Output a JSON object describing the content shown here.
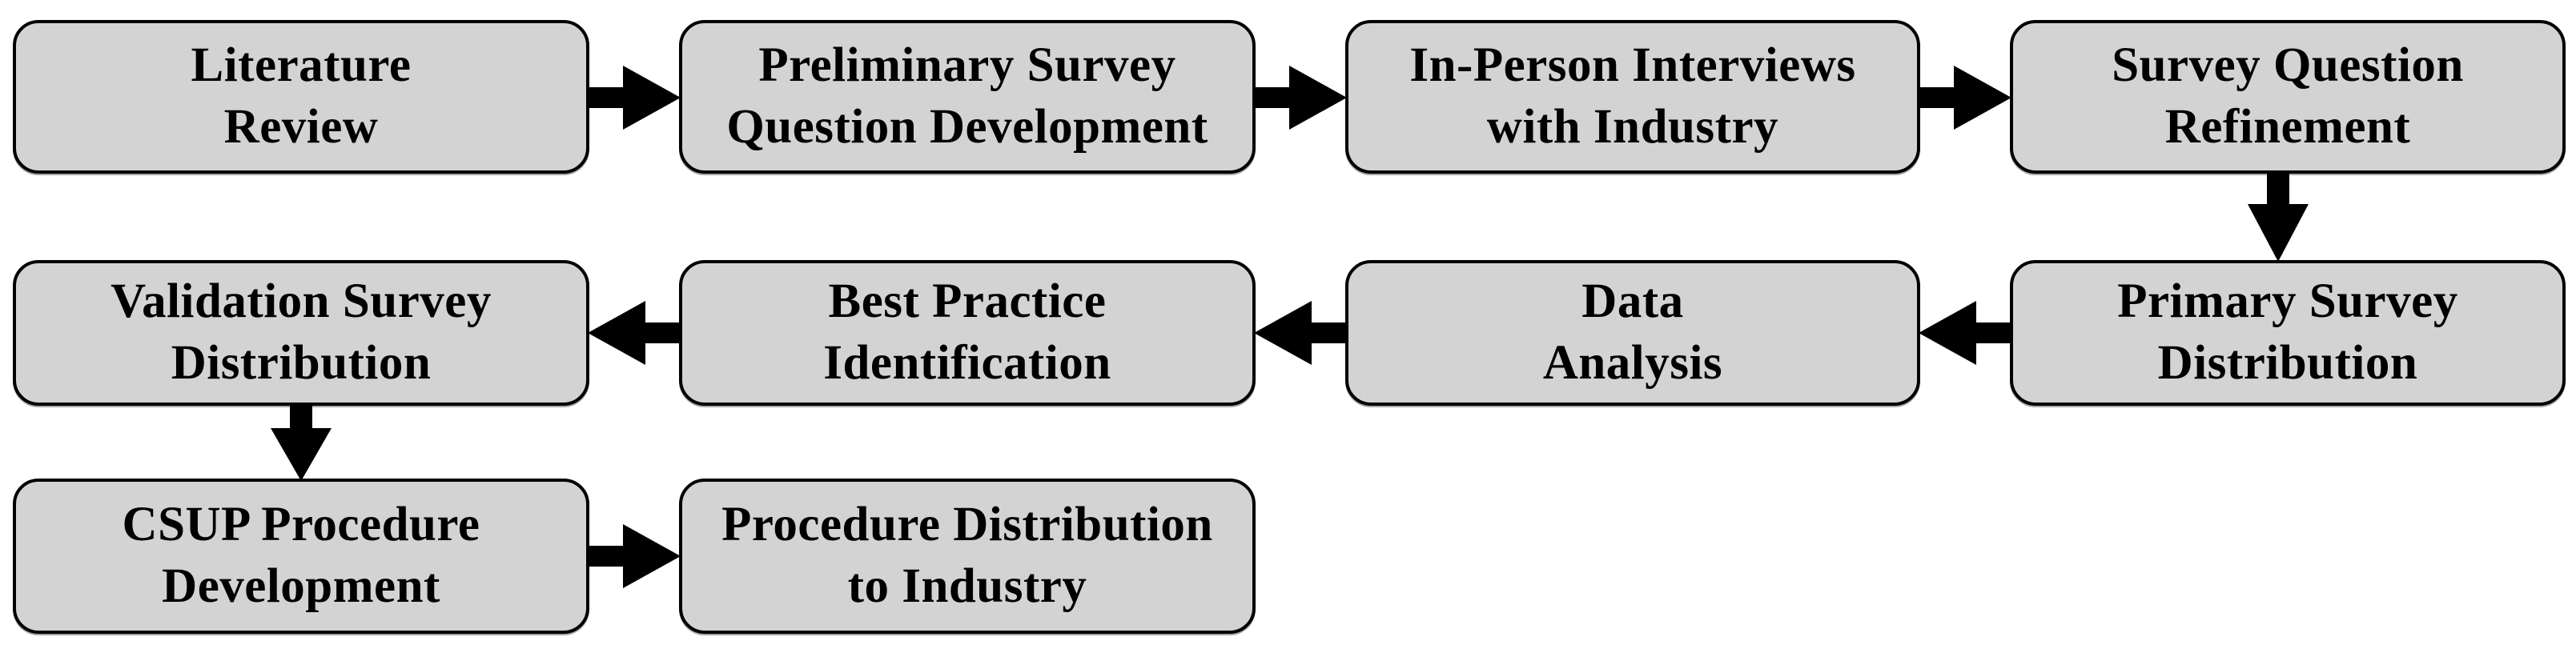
{
  "diagram": {
    "type": "flowchart",
    "colors": {
      "background": "#ffffff",
      "node_fill": "#d3d3d3",
      "node_border": "#000000",
      "arrow": "#000000",
      "text": "#000000"
    },
    "nodes": [
      {
        "id": "literature-review",
        "label": "Literature\nReview"
      },
      {
        "id": "preliminary-survey-question-development",
        "label": "Preliminary Survey\nQuestion Development"
      },
      {
        "id": "in-person-interviews-with-industry",
        "label": "In-Person Interviews\nwith Industry"
      },
      {
        "id": "survey-question-refinement",
        "label": "Survey Question\nRefinement"
      },
      {
        "id": "primary-survey-distribution",
        "label": "Primary Survey\nDistribution"
      },
      {
        "id": "data-analysis",
        "label": "Data\nAnalysis"
      },
      {
        "id": "best-practice-identification",
        "label": "Best Practice\nIdentification"
      },
      {
        "id": "validation-survey-distribution",
        "label": "Validation Survey\nDistribution"
      },
      {
        "id": "csup-procedure-development",
        "label": "CSUP Procedure\nDevelopment"
      },
      {
        "id": "procedure-distribution-to-industry",
        "label": "Procedure Distribution\nto Industry"
      }
    ],
    "arrows": [
      {
        "from": "literature-review",
        "to": "preliminary-survey-question-development",
        "direction": "right"
      },
      {
        "from": "preliminary-survey-question-development",
        "to": "in-person-interviews-with-industry",
        "direction": "right"
      },
      {
        "from": "in-person-interviews-with-industry",
        "to": "survey-question-refinement",
        "direction": "right"
      },
      {
        "from": "survey-question-refinement",
        "to": "primary-survey-distribution",
        "direction": "down"
      },
      {
        "from": "primary-survey-distribution",
        "to": "data-analysis",
        "direction": "left"
      },
      {
        "from": "data-analysis",
        "to": "best-practice-identification",
        "direction": "left"
      },
      {
        "from": "best-practice-identification",
        "to": "validation-survey-distribution",
        "direction": "left"
      },
      {
        "from": "validation-survey-distribution",
        "to": "csup-procedure-development",
        "direction": "down"
      },
      {
        "from": "csup-procedure-development",
        "to": "procedure-distribution-to-industry",
        "direction": "right"
      }
    ]
  }
}
